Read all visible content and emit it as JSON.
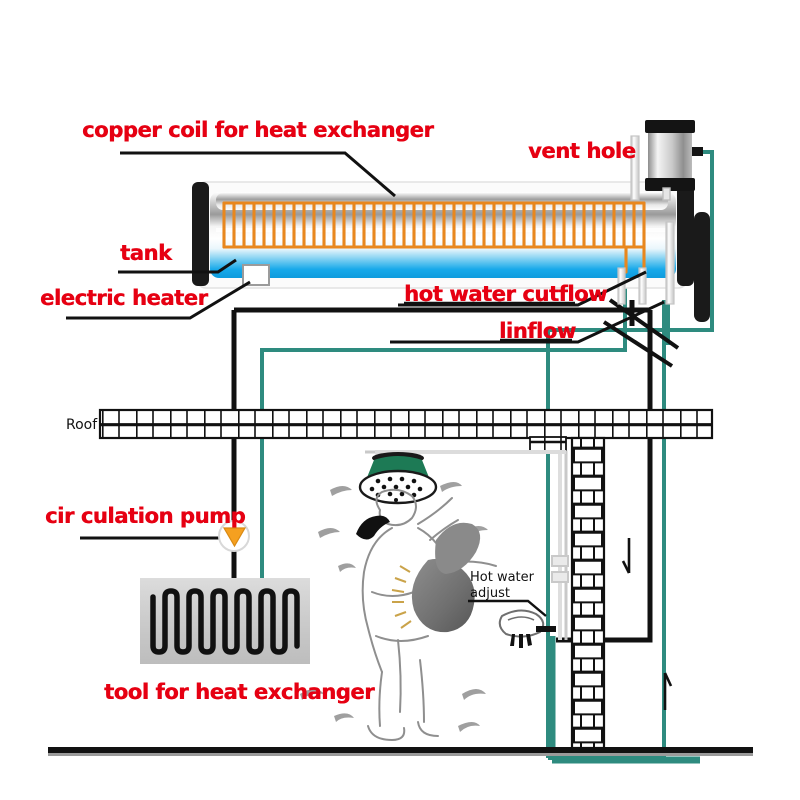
{
  "diagram": {
    "title": "Solar water heater system with heat exchanger",
    "colors": {
      "label_red": "#e60012",
      "pipe_black": "#111111",
      "pipe_teal": "#2e8b7f",
      "copper_coil": "#e8871e",
      "tank_water": "#1ba7e8",
      "tank_metal_light": "#f2f2f2",
      "tank_metal_dark": "#6e6e6e",
      "shower_head_green": "#1d7a55",
      "radiator_body": "#cfcfcf",
      "brush_grey": "#7b7b7b",
      "pump_arrow": "#f5a020",
      "ground_line": "#111111"
    },
    "labels": {
      "copper_coil": "copper coil for heat exchanger",
      "vent_hole": "vent hole",
      "tank": "tank",
      "electric_heater": "electric heater",
      "hot_water_outflow": "hot water cutflow",
      "inflow": "linflow",
      "circulation_pump": "cir culation pump",
      "tool_heat_exchanger": "tool for heat exchanger",
      "roof": "Roof",
      "hot_water_adjust": "Hot water\nadjust"
    },
    "parts": {
      "tank_name": "horizontal-storage-tank",
      "vent_name": "vent-hole-cylinder",
      "coil_name": "copper-coil",
      "heater_name": "electric-heater-port",
      "radiator_name": "floor-heat-exchanger-radiator",
      "pump_name": "circulation-pump",
      "shower_name": "shower-head",
      "person_name": "person-showering",
      "wall_name": "brick-wall-column",
      "roof_name": "roof-band",
      "window_name": "window-frame",
      "ground_name": "ground-line",
      "tap_name": "hot-water-mixing-tap"
    },
    "flow_arrows": {
      "down_arrow": "down-flow-arrow",
      "up_arrow": "up-flow-arrow"
    }
  }
}
